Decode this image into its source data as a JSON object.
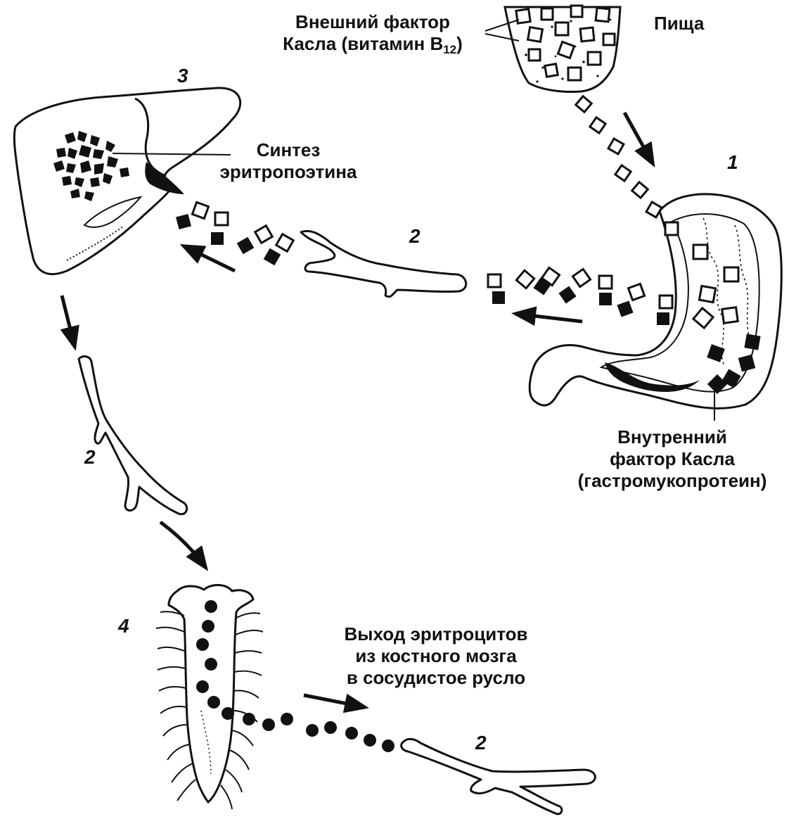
{
  "labels": {
    "external_factor": {
      "line1": "Внешний фактор",
      "line2_prefix": "Касла (витамин B",
      "line2_sub": "12",
      "line2_suffix": ")"
    },
    "food": "Пища",
    "epo_synthesis": {
      "line1": "Синтез",
      "line2": "эритропоэтина"
    },
    "internal_factor": {
      "line1": "Внутренний",
      "line2": "фактор Касла",
      "line3": "(гастромукопротеин)"
    },
    "rbc_exit": {
      "line1": "Выход эритроцитов",
      "line2": "из костного мозга",
      "line3": "в сосудистое русло"
    }
  },
  "numbers": {
    "stomach": "1",
    "vessel_top": "2",
    "vessel_left": "2",
    "vessel_bottom": "2",
    "liver": "3",
    "bone_marrow": "4"
  },
  "colors": {
    "ink": "#111111",
    "background": "#ffffff"
  }
}
